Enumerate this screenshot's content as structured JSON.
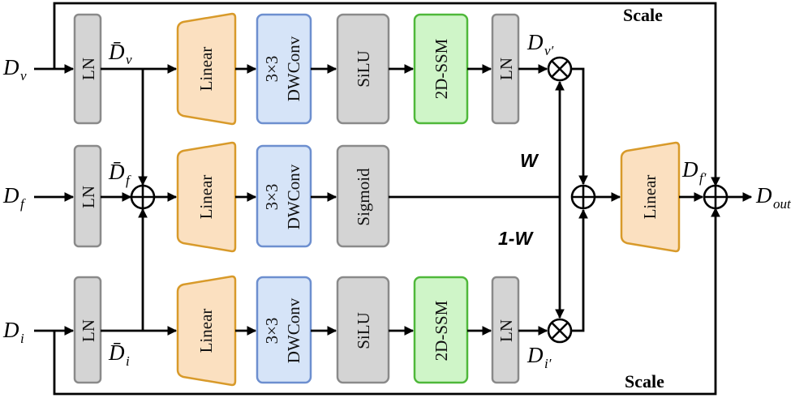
{
  "colors": {
    "gray_fill": "#d4d4d4",
    "gray_stroke": "#8a8a8a",
    "linear_fill": "#fbe0c0",
    "linear_stroke": "#d89a2a",
    "conv_fill": "#d6e4f8",
    "conv_stroke": "#6d8fcf",
    "ssm_fill": "#cff5c8",
    "ssm_stroke": "#4fb83a"
  },
  "scale_labels": {
    "top": "Scale",
    "bottom": "Scale"
  },
  "inputs": {
    "dv": {
      "main": "D",
      "sub": "v"
    },
    "df": {
      "main": "D",
      "sub": "f"
    },
    "di": {
      "main": "D",
      "sub": "i"
    }
  },
  "normed": {
    "dv": {
      "main": "D̄",
      "sub": "v"
    },
    "df": {
      "main": "D̄",
      "sub": "f"
    },
    "di": {
      "main": "D̄",
      "sub": "i"
    }
  },
  "branch_outputs": {
    "dv_prime": {
      "main": "D",
      "sub": "v′"
    },
    "di_prime": {
      "main": "D",
      "sub": "i′"
    },
    "df_prime": {
      "main": "D",
      "sub": "f′"
    }
  },
  "output": {
    "main": "D",
    "sub": "out"
  },
  "weights": {
    "w": "W",
    "one_minus_w": "1-W"
  },
  "blocks": {
    "ln": "LN",
    "linear": "Linear",
    "conv_line1": "3×3",
    "conv_line2": "DWConv",
    "silu": "SiLU",
    "ssm": "2D-SSM",
    "sigmoid": "Sigmoid"
  }
}
